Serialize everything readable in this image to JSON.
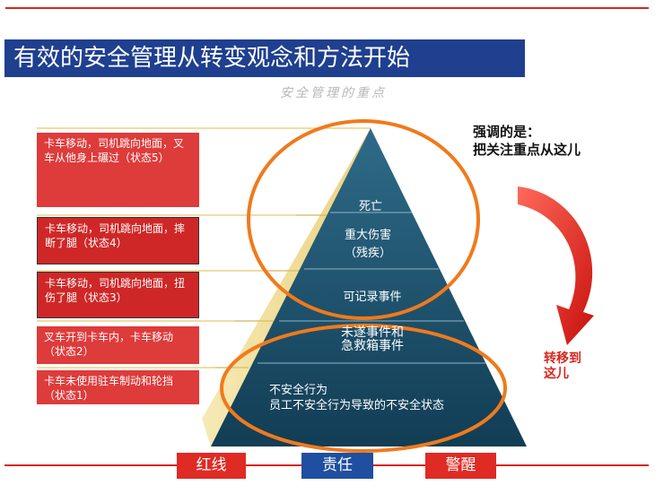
{
  "title": "有效的安全管理从转变观念和方法开始",
  "subtitle": "安全管理的重点",
  "states": [
    {
      "text": "卡车移动，司机跳向地面，叉车从他身上碾过（状态5）"
    },
    {
      "text": "卡车移动，司机跳向地面，摔断了腿（状态4）"
    },
    {
      "text": "卡车移动，司机跳向地面，扭伤了腿（状态3）"
    },
    {
      "text": "叉车开到卡车内，卡车移动（状态2）"
    },
    {
      "text": "卡车未使用驻车制动和轮挡（状态1）"
    }
  ],
  "pyramid": {
    "tier1": "死亡",
    "tier2_line1": "重大伤害",
    "tier2_line2": "（残疾）",
    "tier3": "可记录事件",
    "tier4_line1": "未遂事件和",
    "tier4_line2": "急救箱事件",
    "tier5_line1": "不安全行为",
    "tier5_line2": "员工不安全行为导致的不安全状态"
  },
  "emphasis": {
    "line1": "强调的是：",
    "line2": "把关注重点从这儿"
  },
  "transfer": {
    "line1": "转移到",
    "line2": "这儿"
  },
  "buttons": {
    "red_line": "红线",
    "responsibility": "责任",
    "alert": "警醒"
  },
  "colors": {
    "title_bg": "#1f3f8f",
    "pyramid": "#1c4f6b",
    "state_red": "#de3b3b",
    "ellipse": "#f07a1c",
    "arrow": "#e8231f"
  }
}
